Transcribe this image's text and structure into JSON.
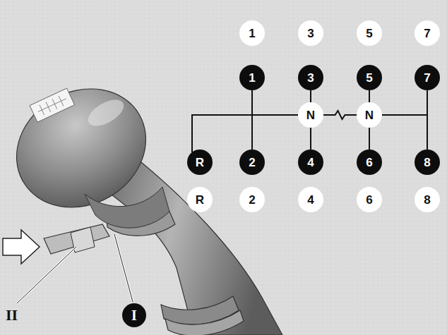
{
  "diagram": {
    "nodes": [
      {
        "text": [
          "1"
        ]
      },
      {
        "text": [
          "3"
        ]
      },
      {
        "text": [
          "5"
        ]
      },
      {
        "text": [
          "7"
        ]
      },
      {
        "text": [
          "1"
        ]
      },
      {
        "text": [
          "3"
        ]
      },
      {
        "text": [
          "5"
        ]
      },
      {
        "text": [
          "7"
        ]
      },
      {
        "text": [
          "N"
        ]
      },
      {
        "text": [
          "N"
        ]
      },
      {
        "text": [
          "R"
        ]
      },
      {
        "text": [
          "2"
        ]
      },
      {
        "text": [
          "4"
        ]
      },
      {
        "text": [
          "6"
        ]
      },
      {
        "text": [
          "8"
        ]
      },
      {
        "text": [
          "R"
        ]
      },
      {
        "text": [
          "2"
        ]
      },
      {
        "text": [
          "4"
        ]
      },
      {
        "text": [
          "6"
        ]
      },
      {
        "text": [
          "8"
        ]
      },
      {
        "text": [
          "I"
        ]
      }
    ],
    "edges": [
      {
        "from": 10,
        "to": 8,
        "arrow": "none"
      },
      {
        "from": 4,
        "to": 11,
        "arrow": "none"
      },
      {
        "from": 5,
        "to": 8,
        "arrow": "none"
      },
      {
        "from": 8,
        "to": 12,
        "arrow": "none"
      },
      {
        "from": 8,
        "to": 9,
        "arrow": "none"
      },
      {
        "from": 6,
        "to": 9,
        "arrow": "none"
      },
      {
        "from": 9,
        "to": 13,
        "arrow": "none"
      },
      {
        "from": 9,
        "to": 7,
        "arrow": "none"
      },
      {
        "from": 9,
        "to": 14,
        "arrow": "none"
      }
    ],
    "labels": [
      "II"
    ]
  }
}
